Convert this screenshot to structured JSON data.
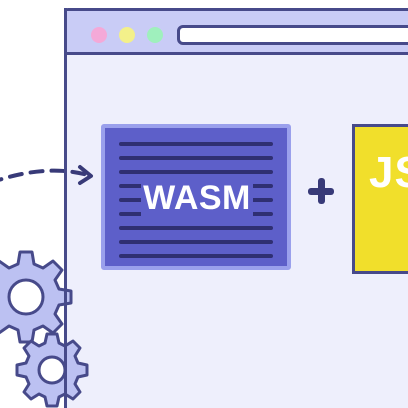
{
  "wasm_card": {
    "label": "WASM",
    "line_count": 9
  },
  "js_card": {
    "label": "JS"
  },
  "operator": {
    "symbol": "plus"
  },
  "icons": [
    "browser-window-icon",
    "gear-icon",
    "dashed-arrow-icon",
    "plus-icon"
  ],
  "colors": {
    "browser_fill": "#eeeffc",
    "titlebar": "#c9ccf6",
    "outline": "#474a8a",
    "wasm": "#5d5fc9",
    "wasm_border": "#9aa0ec",
    "wasm_lines": "#2f2f72",
    "js": "#f1df2b",
    "gear": "#bcc1f2",
    "dot_pink": "#f4a9d8",
    "dot_yellow": "#f3f08a",
    "dot_green": "#9ff0bd"
  }
}
